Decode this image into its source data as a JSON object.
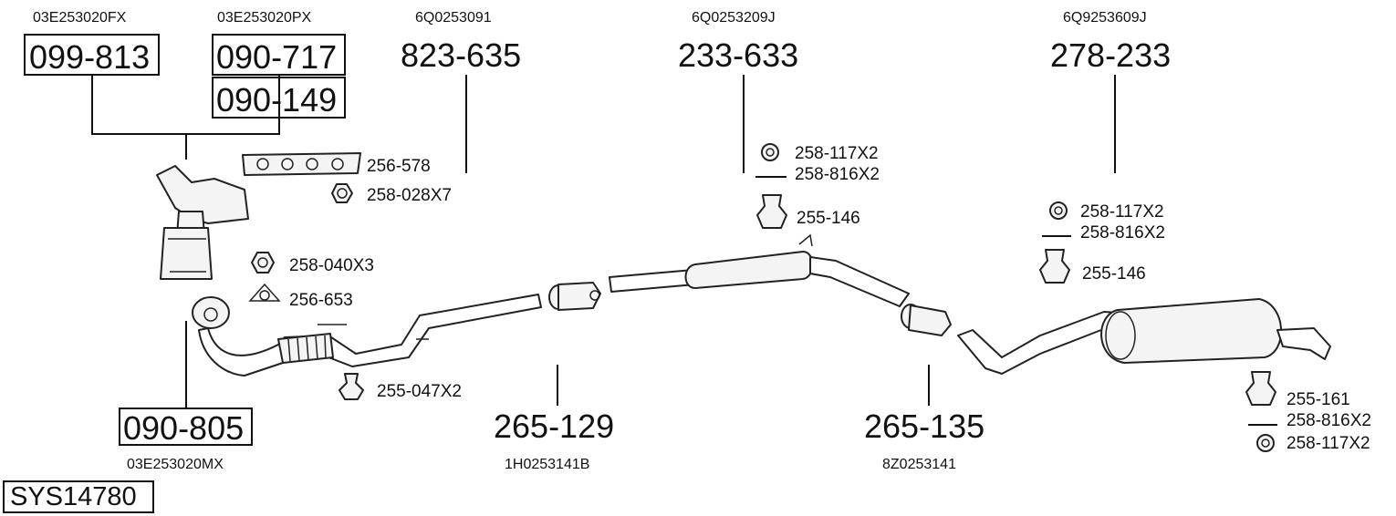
{
  "system_code": "SYS14780",
  "parts": [
    {
      "id": "099-813",
      "oem": "03E253020FX"
    },
    {
      "id": "090-717",
      "oem": "03E253020PX"
    },
    {
      "id": "090-149"
    },
    {
      "id": "823-635",
      "oem": "6Q0253091"
    },
    {
      "id": "233-633",
      "oem": "6Q0253209J"
    },
    {
      "id": "278-233",
      "oem": "6Q9253609J"
    },
    {
      "id": "090-805",
      "oem": "03E253020MX"
    },
    {
      "id": "265-129",
      "oem": "1H0253141B"
    },
    {
      "id": "265-135",
      "oem": "8Z0253141"
    }
  ],
  "accessories": [
    "256-578",
    "258-028X7",
    "258-040X3",
    "256-653",
    "255-047X2",
    "258-117X2",
    "258-816X2",
    "255-146",
    "258-117X2",
    "258-816X2",
    "255-146",
    "255-161",
    "258-816X2",
    "258-117X2"
  ]
}
